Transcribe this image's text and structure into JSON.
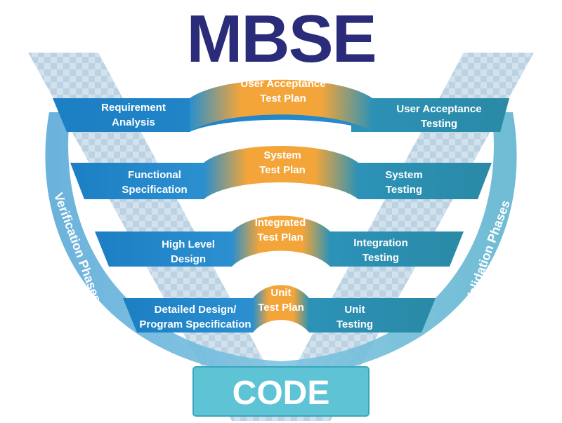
{
  "title": "MBSE",
  "code_label": "CODE",
  "verification_label": "Verification Phases",
  "validation_label": "Validation Phases",
  "rows": [
    {
      "left": [
        "Requirement",
        "Analysis"
      ],
      "plan": [
        "User Acceptance",
        "Test Plan"
      ],
      "right": [
        "User Acceptance",
        "Testing"
      ]
    },
    {
      "left": [
        "Functional",
        "Specification"
      ],
      "plan": [
        "System",
        "Test Plan"
      ],
      "right": [
        "System",
        "Testing"
      ]
    },
    {
      "left": [
        "High Level",
        "Design"
      ],
      "plan": [
        "Integrated",
        "Test Plan"
      ],
      "right": [
        "Integration",
        "Testing"
      ]
    },
    {
      "left": [
        "Detailed Design/",
        "Program Specification"
      ],
      "plan": [
        "Unit",
        "Test Plan"
      ],
      "right": [
        "Unit",
        "Testing"
      ]
    }
  ],
  "colors": {
    "title": "#2a2c7a",
    "band_left": "#1f86c9",
    "band_right": "#2a93b0",
    "plan_arc": "#f2a23a",
    "code_box": "#5bc0d1",
    "background_v": "#c9dcea"
  }
}
